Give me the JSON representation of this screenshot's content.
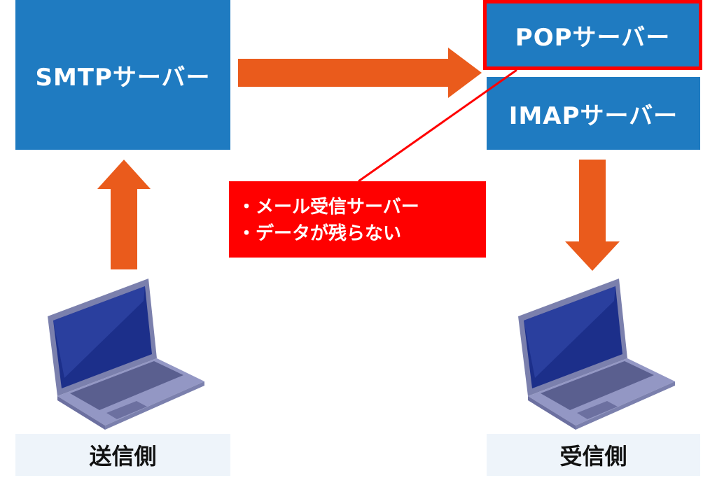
{
  "colors": {
    "server_blue": "#1f7bc1",
    "arrow_orange": "#ea5b1c",
    "highlight_red": "#ff0000",
    "laptop_body": "#8a8fb8",
    "laptop_screen": "#1c2f8a"
  },
  "servers": {
    "smtp": "SMTPサーバー",
    "pop": "POPサーバー",
    "imap": "IMAPサーバー"
  },
  "callout": {
    "lines": [
      "・メール受信サーバー",
      "・データが残らない"
    ]
  },
  "labels": {
    "sender": "送信側",
    "receiver": "受信側"
  },
  "icons": {
    "sender_device": "laptop-icon",
    "receiver_device": "laptop-icon"
  }
}
